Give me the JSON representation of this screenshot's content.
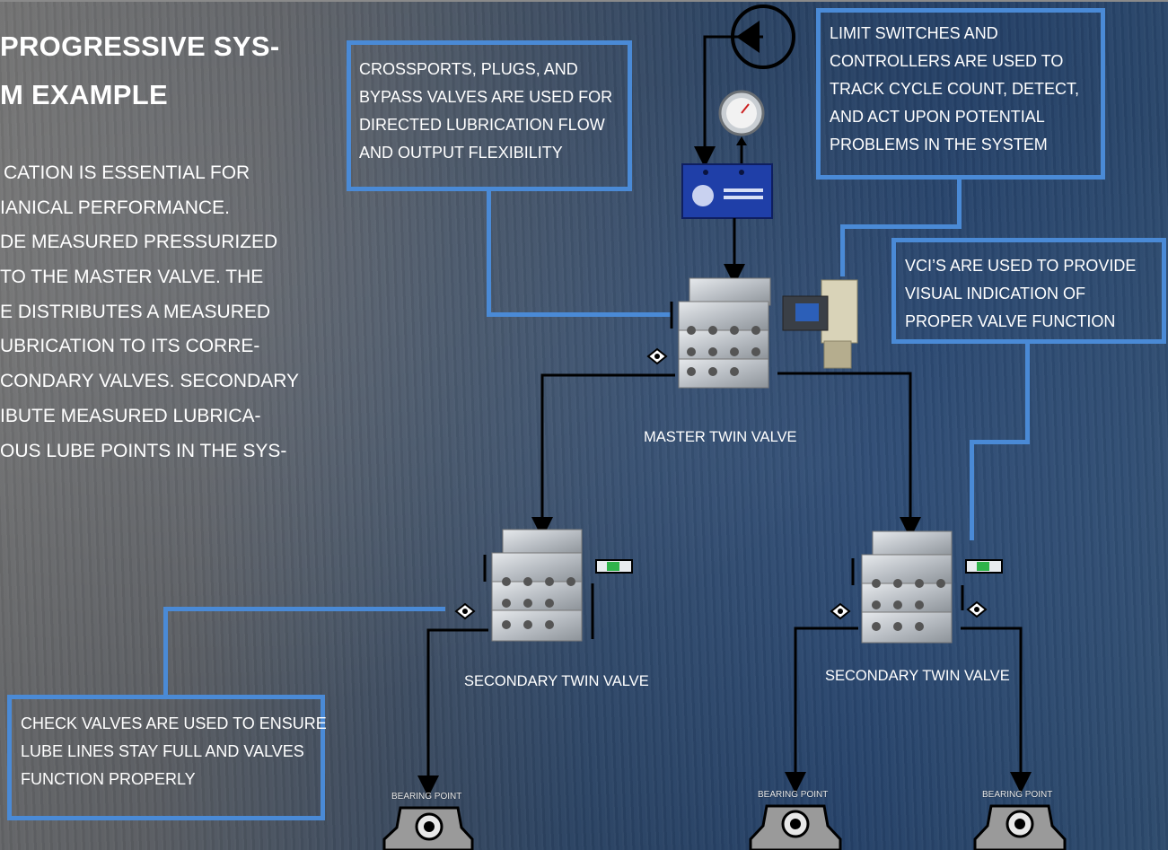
{
  "title_lines": [
    "PROGRESSIVE SYS-",
    "M EXAMPLE"
  ],
  "intro_lines": [
    "CATION IS ESSENTIAL FOR",
    "IANICAL PERFORMANCE.",
    "DE MEASURED PRESSURIZED",
    "TO THE MASTER VALVE. THE",
    "E DISTRIBUTES A MEASURED",
    "UBRICATION TO ITS CORRE-",
    "CONDARY VALVES. SECONDARY",
    "IBUTE MEASURED LUBRICA-",
    "OUS LUBE POINTS IN THE SYS-"
  ],
  "callouts": {
    "crossports": [
      "CROSSPORTS, PLUGS, AND",
      "BYPASS VALVES ARE USED FOR",
      "DIRECTED LUBRICATION FLOW",
      "AND OUTPUT FLEXIBILITY"
    ],
    "limit_switches": [
      "LIMIT SWITCHES AND",
      "CONTROLLERS ARE USED TO",
      "TRACK CYCLE COUNT, DETECT,",
      "AND ACT UPON POTENTIAL",
      "PROBLEMS IN THE SYSTEM"
    ],
    "vci": [
      "VCI’S ARE USED TO PROVIDE",
      "VISUAL INDICATION OF",
      "PROPER VALVE FUNCTION"
    ],
    "check_valves": [
      "CHECK VALVES ARE USED TO ENSURE",
      "LUBE LINES STAY FULL AND VALVES",
      "FUNCTION PROPERLY"
    ]
  },
  "labels": {
    "master": "MASTER TWIN VALVE",
    "secondary_left": "SECONDARY TWIN VALVE",
    "secondary_right": "SECONDARY TWIN VALVE"
  },
  "bearing_label": "BEARING POINT",
  "colors": {
    "callout_border": "#4a8ad6",
    "line": "#000000",
    "text": "#ffffff"
  }
}
